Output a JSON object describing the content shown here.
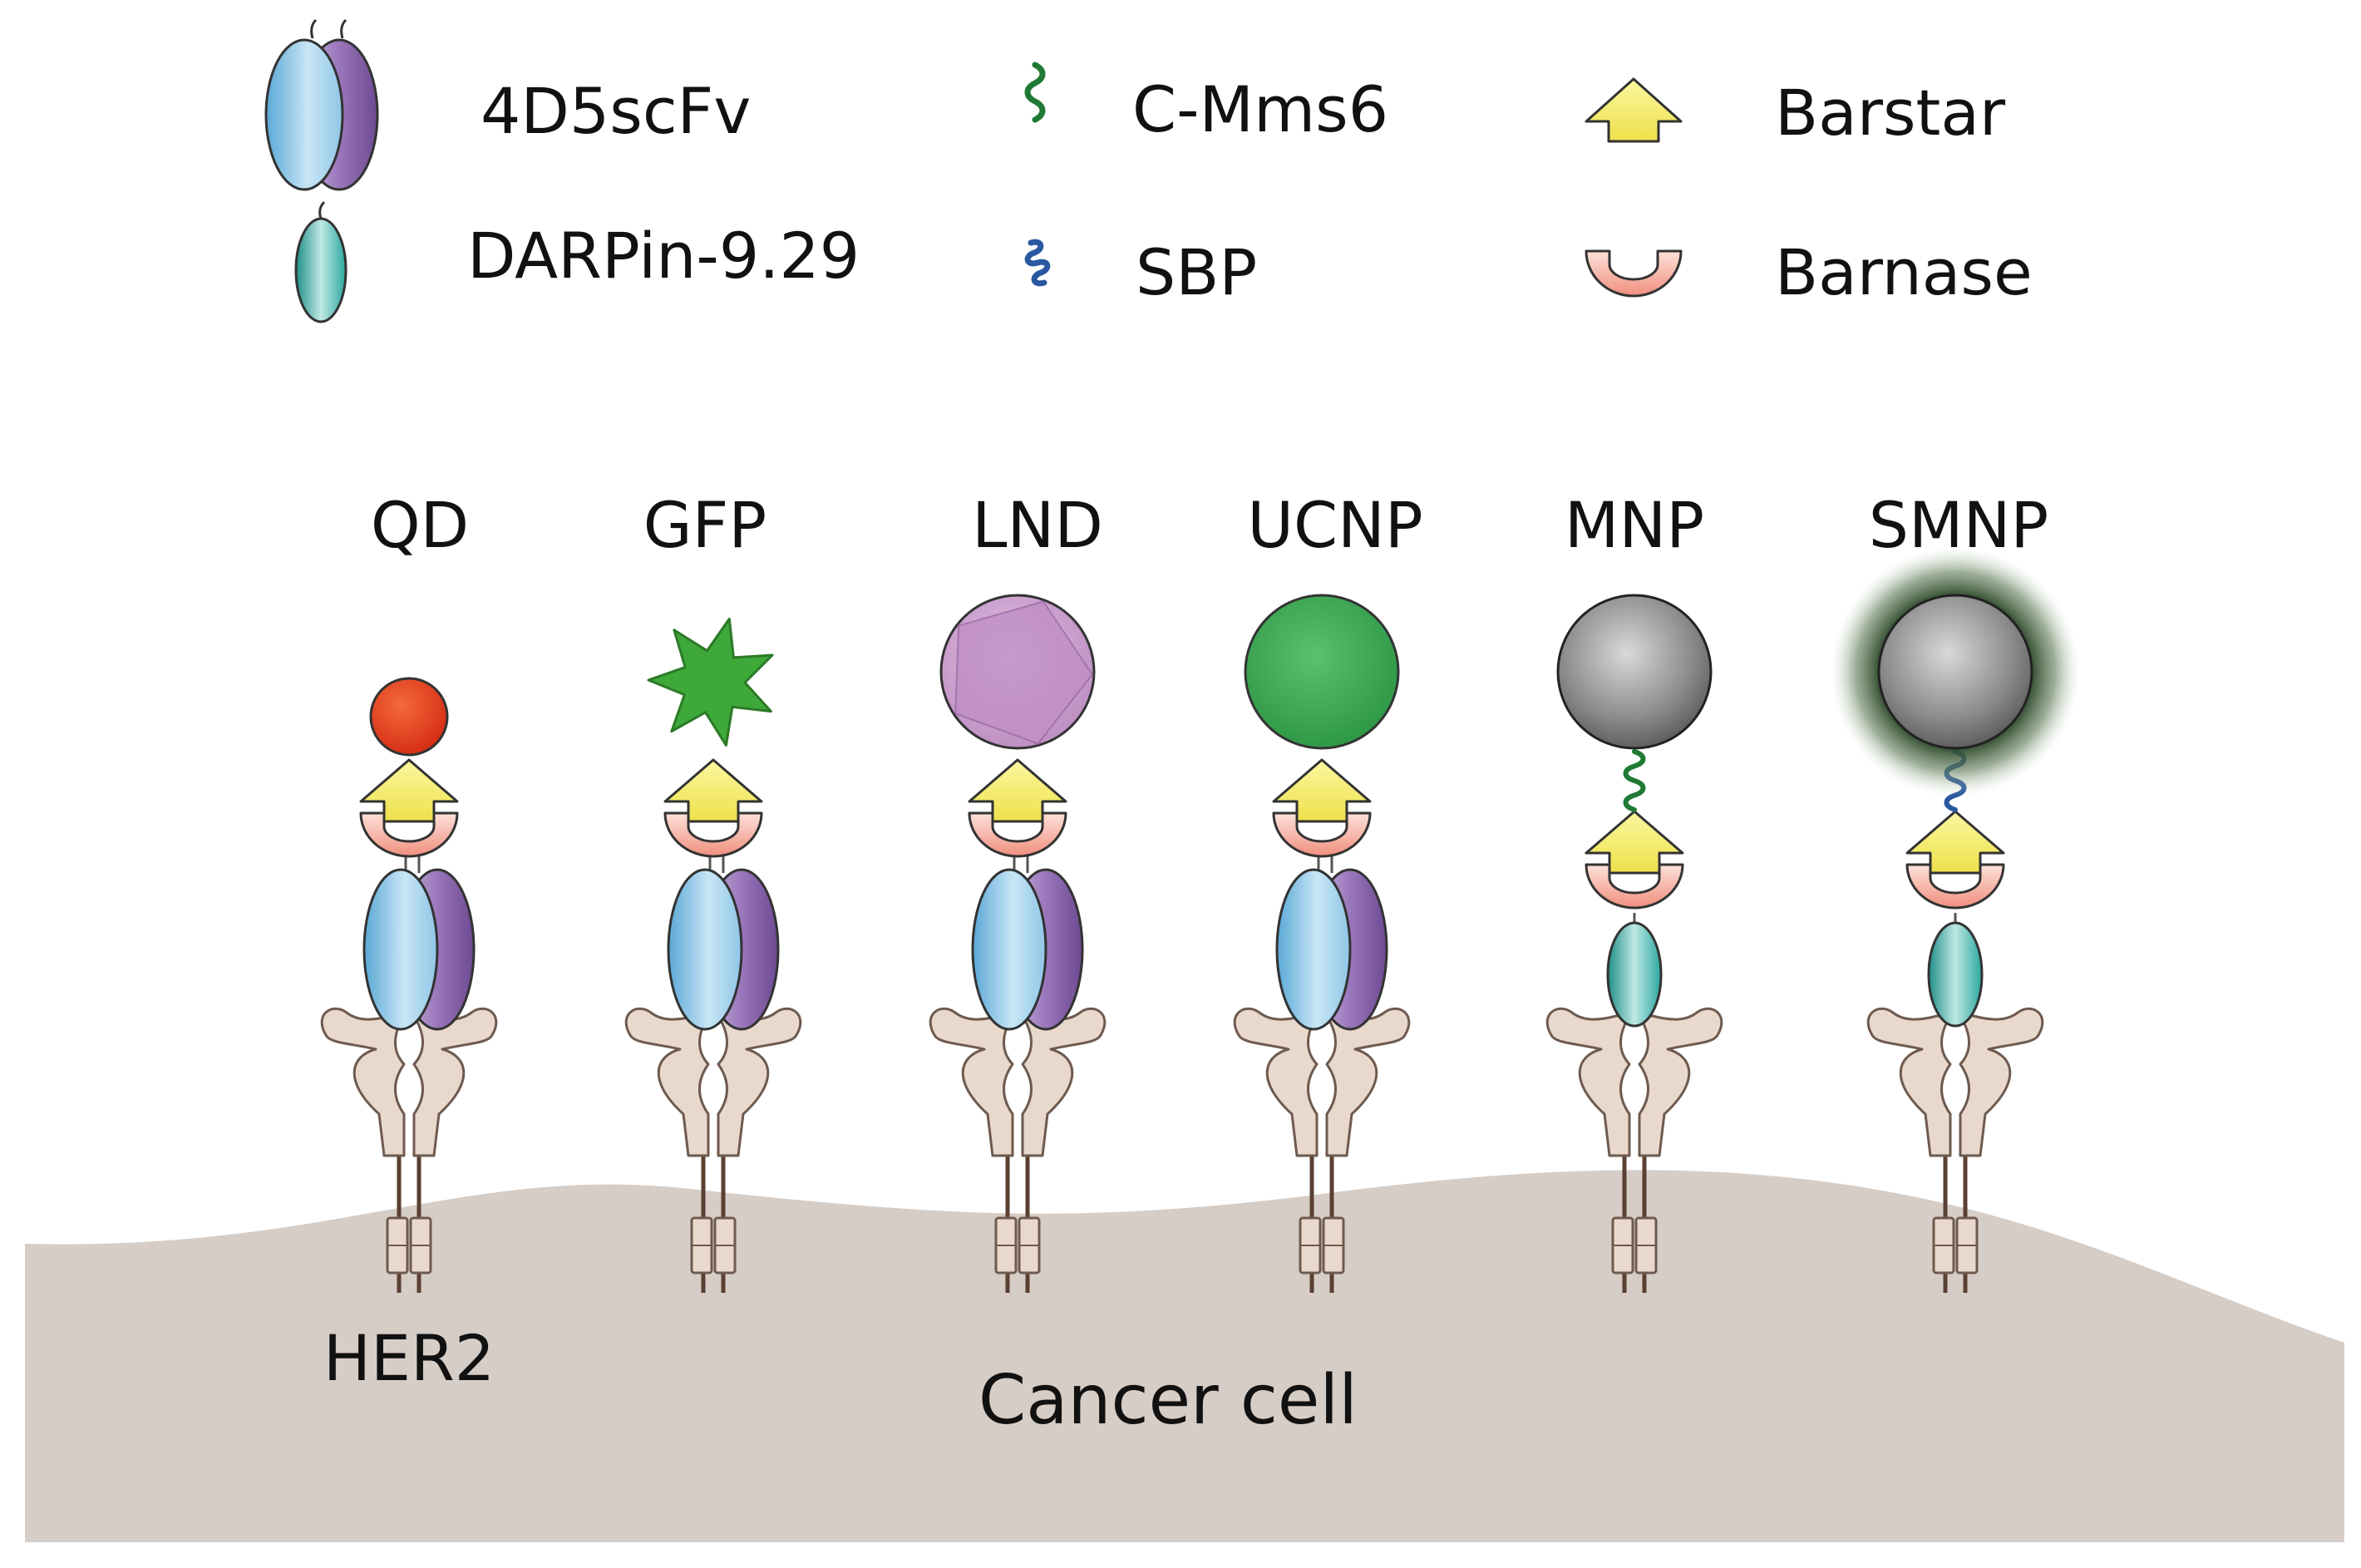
{
  "legend": [
    {
      "key": "scfv",
      "label": "4D5scFv",
      "icon": "scfv-icon"
    },
    {
      "key": "darpin",
      "label": "DARPin-9.29",
      "icon": "darpin-icon"
    },
    {
      "key": "cmms6",
      "label": "C-Mms6",
      "icon": "c-mms6-icon"
    },
    {
      "key": "sbp",
      "label": "SBP",
      "icon": "sbp-icon"
    },
    {
      "key": "barstar",
      "label": "Barstar",
      "icon": "barstar-icon"
    },
    {
      "key": "barnase",
      "label": "Barnase",
      "icon": "barnase-icon"
    }
  ],
  "constructs": [
    {
      "label": "QD",
      "payload": "qd",
      "binder": "scfv",
      "linker": "none"
    },
    {
      "label": "GFP",
      "payload": "gfp",
      "binder": "scfv",
      "linker": "none"
    },
    {
      "label": "LND",
      "payload": "lnd",
      "binder": "scfv",
      "linker": "none"
    },
    {
      "label": "UCNP",
      "payload": "ucnp",
      "binder": "scfv",
      "linker": "none"
    },
    {
      "label": "MNP",
      "payload": "mnp",
      "binder": "darpin",
      "linker": "c-mms6"
    },
    {
      "label": "SMNP",
      "payload": "smnp",
      "binder": "darpin",
      "linker": "sbp"
    }
  ],
  "receptor_label": "HER2",
  "cell_label": "Cancer cell",
  "colors": {
    "cell": "#d6cdc6",
    "receptor": "#e8d9cc",
    "stalk": "#5a4032",
    "barstar": "#f4ef6a",
    "barnase": "#f5b3a6",
    "scfv_light": "#8fc6e6",
    "scfv_heavy": "#8e6ab0",
    "darpin": "#2aa8a0",
    "qd": "#e23a1e",
    "gfp": "#3fa83a",
    "lnd": "#c99bcc",
    "ucnp": "#2e9e47",
    "mnp": "#8a8a8a",
    "c_mms6": "#1f7a35",
    "sbp": "#2a58a0"
  }
}
